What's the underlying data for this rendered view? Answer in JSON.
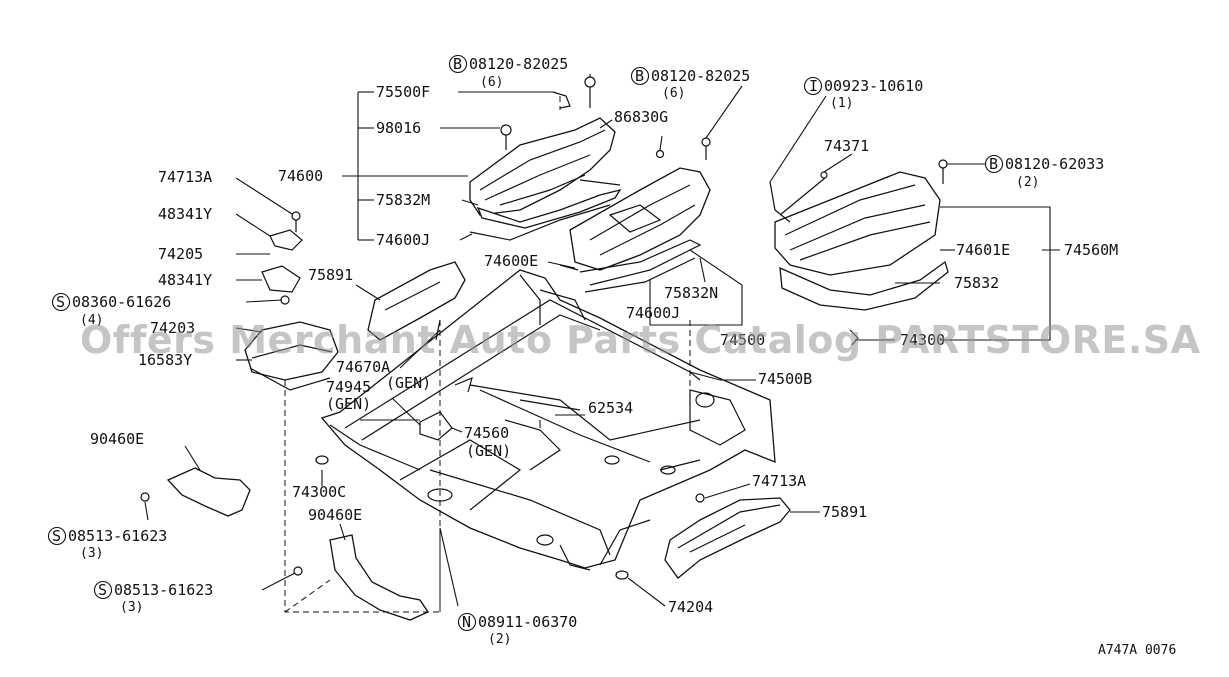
{
  "watermark": "Offers Merchant Auto Parts Catalog PARTSTORE.SA",
  "diagram_code": "A747A 0076",
  "symbols": {
    "B": "B",
    "I": "I",
    "S": "S",
    "N": "N"
  },
  "labels": {
    "p75500F": "75500F",
    "p98016": "98016",
    "p74600": "74600",
    "p75832M": "75832M",
    "p74600J": "74600J",
    "p74600E": "74600E",
    "p86830G": "86830G",
    "p75832N": "75832N",
    "p74600J_b": "74600J",
    "p74500": "74500",
    "p74500B": "74500B",
    "p74371": "74371",
    "p74601E": "74601E",
    "p74560M": "74560M",
    "p75832": "75832",
    "p74300": "74300",
    "p74713A": "74713A",
    "p48341Y": "48341Y",
    "p74205": "74205",
    "p48341Y_b": "48341Y",
    "p74203": "74203",
    "p16583Y": "16583Y",
    "p75891": "75891",
    "p74670A": "74670A",
    "gen1": "(GEN)",
    "p74945": "74945",
    "gen2": "(GEN)",
    "p62534": "62534",
    "p74560": "74560",
    "gen3": "(GEN)",
    "p74300C": "74300C",
    "p90460E": "90460E",
    "p90460E_b": "90460E",
    "p74713A_b": "74713A",
    "p75891_b": "75891",
    "p74204": "74204"
  },
  "fasteners": {
    "b1": {
      "code": "08120-82025",
      "qty": "(6)"
    },
    "b2": {
      "code": "08120-82025",
      "qty": "(6)"
    },
    "i1": {
      "code": "00923-10610",
      "qty": "(1)"
    },
    "b3": {
      "code": "08120-62033",
      "qty": "(2)"
    },
    "s1": {
      "code": "08360-61626",
      "qty": "(4)"
    },
    "s2": {
      "code": "08513-61623",
      "qty": "(3)"
    },
    "s3": {
      "code": "08513-61623",
      "qty": "(3)"
    },
    "n1": {
      "code": "08911-06370",
      "qty": "(2)"
    }
  }
}
